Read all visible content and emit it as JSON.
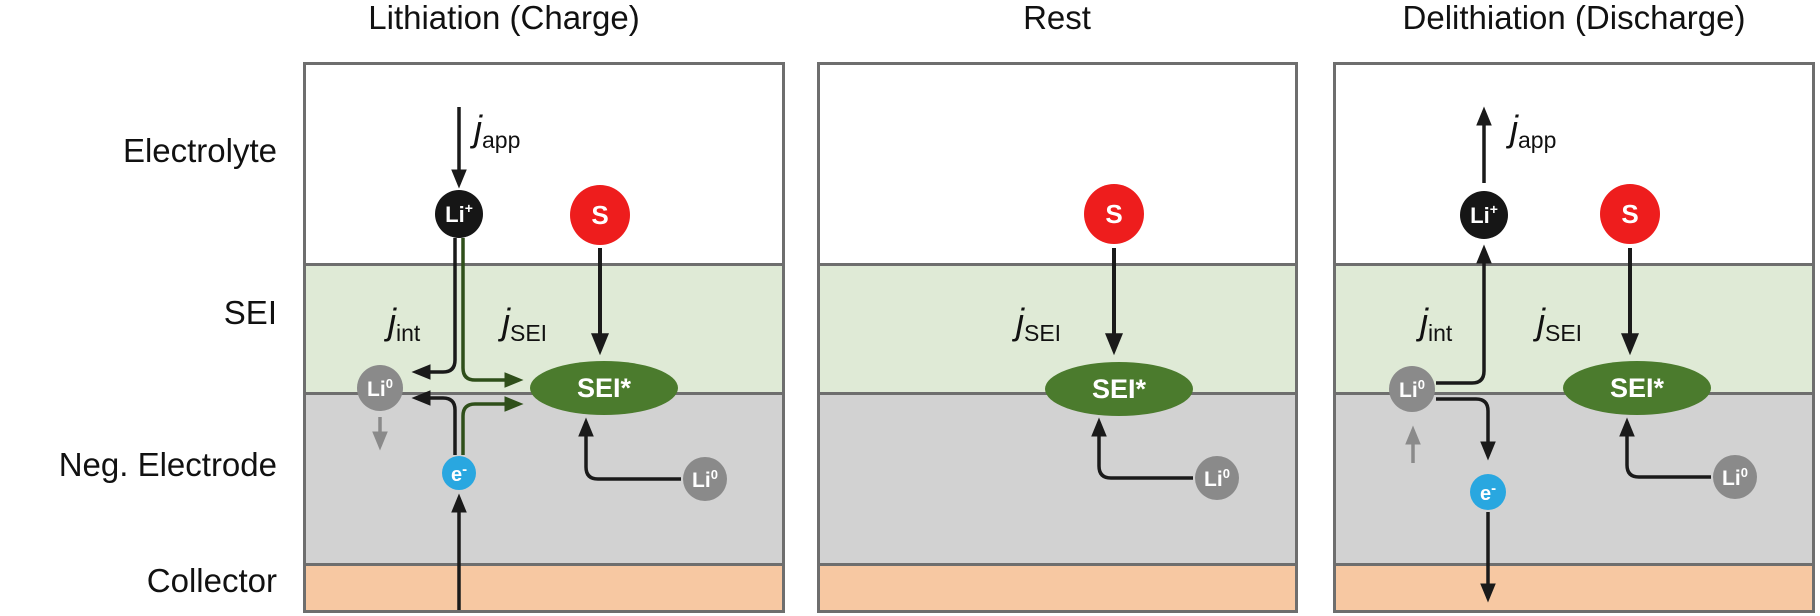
{
  "figure": {
    "row_labels": {
      "electrolyte": "Electrolyte",
      "sei": "SEI",
      "neg_electrode": "Neg. Electrode",
      "collector": "Collector"
    },
    "panels": [
      {
        "title": "Lithiation (Charge)",
        "labels": {
          "j_app": {
            "base": "j",
            "sub": "app"
          },
          "j_int": {
            "base": "j",
            "sub": "int"
          },
          "j_sei": {
            "base": "j",
            "sub": "SEI"
          }
        },
        "species": {
          "li_ion": {
            "base": "Li",
            "sup": "+"
          },
          "sulfur": "S",
          "sei_star": "SEI*",
          "li_metal": {
            "base": "Li",
            "sup": "0"
          },
          "electron": {
            "base": "e",
            "sup": "-"
          }
        }
      },
      {
        "title": "Rest",
        "labels": {
          "j_sei": {
            "base": "j",
            "sub": "SEI"
          }
        },
        "species": {
          "sulfur": "S",
          "sei_star": "SEI*",
          "li_metal": {
            "base": "Li",
            "sup": "0"
          }
        }
      },
      {
        "title": "Delithiation (Discharge)",
        "labels": {
          "j_app": {
            "base": "j",
            "sub": "app"
          },
          "j_int": {
            "base": "j",
            "sub": "int"
          },
          "j_sei": {
            "base": "j",
            "sub": "SEI"
          }
        },
        "species": {
          "li_ion": {
            "base": "Li",
            "sup": "+"
          },
          "sulfur": "S",
          "sei_star": "SEI*",
          "li_metal": {
            "base": "Li",
            "sup": "0"
          },
          "electron": {
            "base": "e",
            "sup": "-"
          }
        }
      }
    ],
    "colors": {
      "sei_layer": "#dfead6",
      "electrode_layer": "#d2d2d2",
      "collector_layer": "#f7c8a2",
      "border": "#6e6e6e",
      "sei_particle": "#4b7b2d",
      "green_arrow": "#2f4f1a",
      "li_ion_fill": "#161616",
      "sulfur_fill": "#ee1d1d",
      "li_metal_fill": "#8a8a8a",
      "electron_fill": "#29a7e0"
    }
  }
}
